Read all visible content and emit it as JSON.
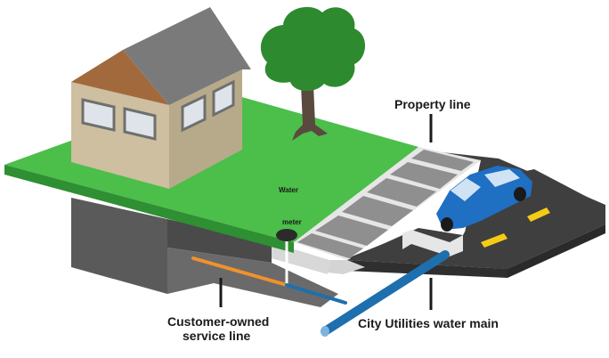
{
  "labels": {
    "property_line": "Property line",
    "customer_line_1": "Customer-owned",
    "customer_line_2": "service line",
    "city_main": "City Utilities water main",
    "water": "Water",
    "meter": "meter"
  },
  "icons": {
    "house": "house-icon",
    "tree": "tree-icon",
    "car": "car-icon",
    "meter": "water-meter-icon"
  },
  "colors": {
    "lawn": "#4cbe4a",
    "lawn_edge": "#2e8f33",
    "house_wall": "#cdbf9f",
    "house_side": "#b7aa8a",
    "roof_gable": "#a26a3c",
    "roof": "#7a7a7a",
    "tree": "#2d8a2f",
    "trunk": "#5a4a3e",
    "car": "#1f6fc3",
    "sidewalk": "#8f8f8f",
    "road": "#3f3f3f",
    "road_line": "#f5cc14",
    "service_line": "#f0922b",
    "main_pipe": "#1e6fae",
    "ground": "#5a5a5a"
  }
}
